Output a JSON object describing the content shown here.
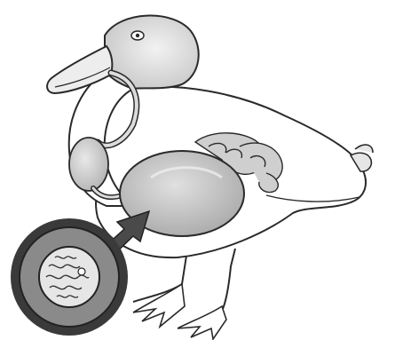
{
  "figure": {
    "subject": "duck-digestive-system",
    "parts": [
      "head",
      "beak",
      "esophagus",
      "crop",
      "gizzard",
      "intestines",
      "tail",
      "legs",
      "webbed-feet"
    ],
    "inset": "magnified-gizzard-contents",
    "colors": {
      "outline": "#2a2a2a",
      "body_shade": "#d6d6d6",
      "organ_shade": "#bdbdbd",
      "inset_ring": "#3a3a3a",
      "inset_bg": "#8a8a8a"
    }
  }
}
